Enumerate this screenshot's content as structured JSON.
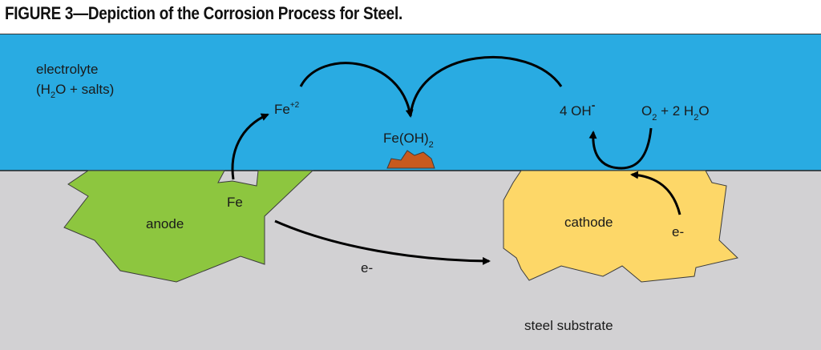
{
  "title": "FIGURE 3—Depiction of the Corrosion Process for Steel.",
  "colors": {
    "electrolyte": "#29abe2",
    "substrate": "#d2d1d3",
    "anode": "#8dc63f",
    "cathode": "#fdd768",
    "corrosion_product": "#c85a1e",
    "arrows": "#000000"
  },
  "labels": {
    "electrolyte_line1": "electrolyte",
    "electrolyte_line2_pre": "(H",
    "electrolyte_line2_sub": "2",
    "electrolyte_line2_post": "O + salts)",
    "fe_ion_base": "Fe",
    "fe_ion_sup": "+2",
    "fe_oh2_base": "Fe(OH)",
    "fe_oh2_sub": "2",
    "hydroxide_base": "4 OH",
    "hydroxide_sup": "-",
    "o2_base": "O",
    "o2_sub": "2",
    "o2_rest": " + 2 H",
    "water_sub": "2",
    "water_post": "O",
    "fe": "Fe",
    "anode": "anode",
    "cathode": "cathode",
    "electron_flow": "e-",
    "electron_cathode": "e-",
    "steel_substrate": "steel substrate"
  }
}
